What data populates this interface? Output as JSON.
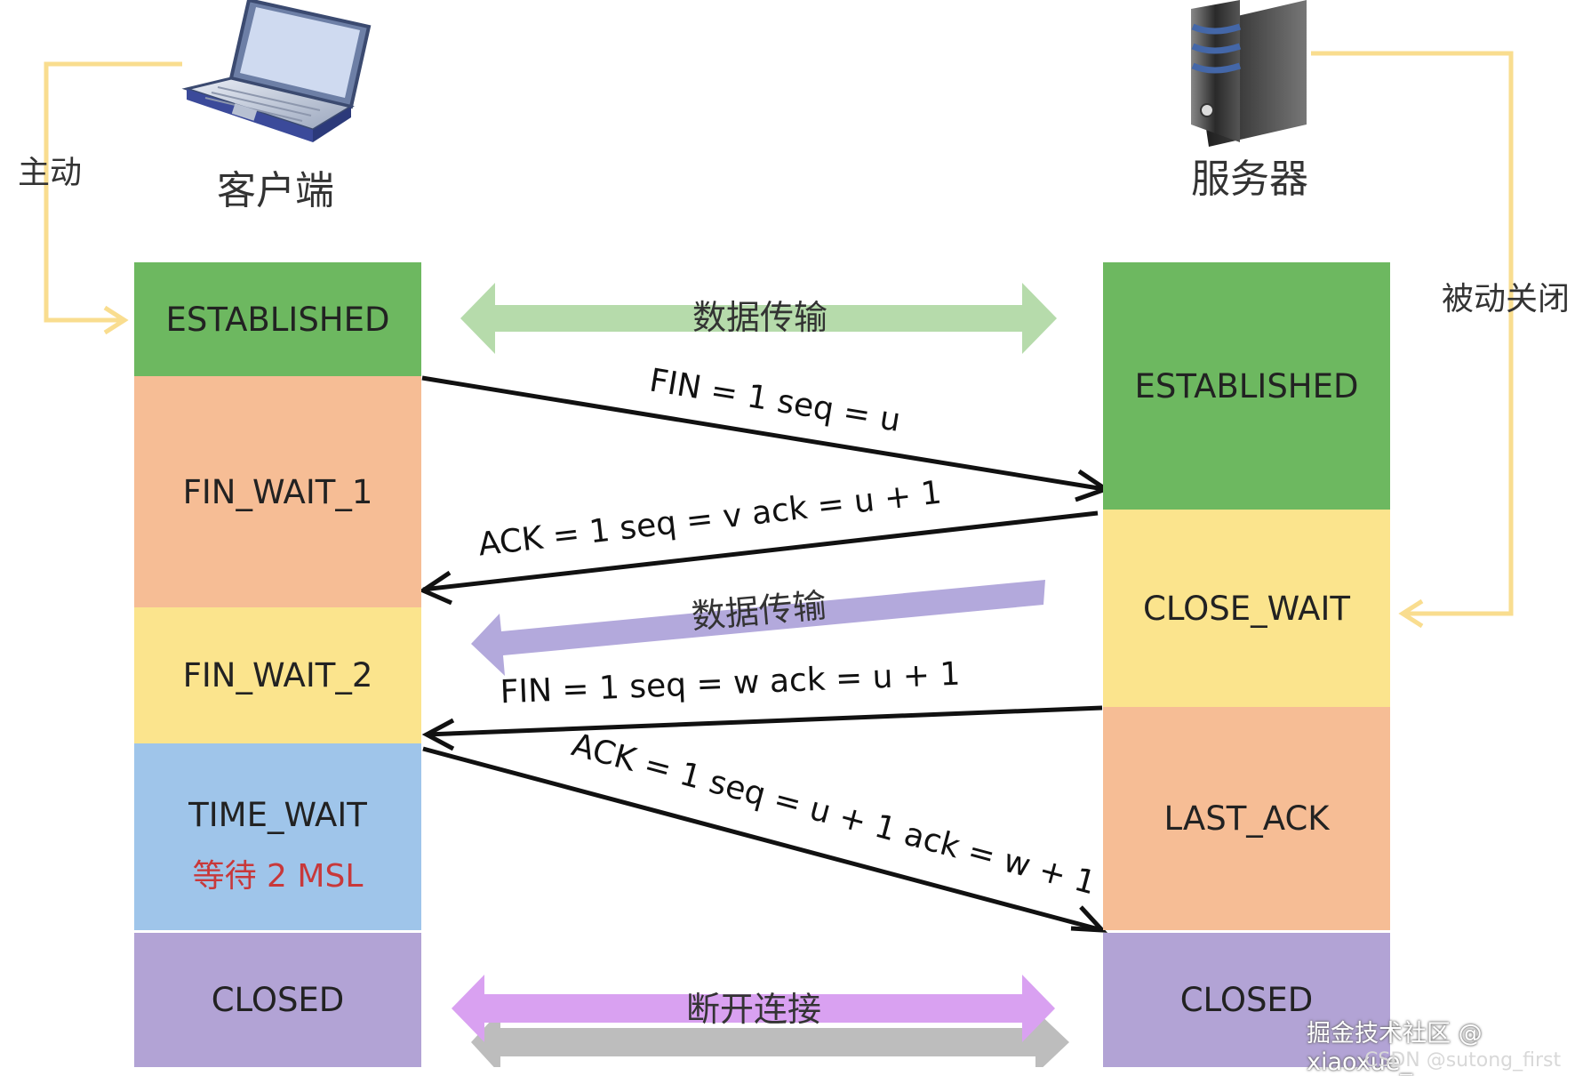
{
  "client": {
    "label": "客户端",
    "initiator_label": "主动",
    "states": [
      {
        "name": "ESTABLISHED",
        "color": "#6db860"
      },
      {
        "name": "FIN_WAIT_1",
        "color": "#f6bd95"
      },
      {
        "name": "FIN_WAIT_2",
        "color": "#fbe48d"
      },
      {
        "name": "TIME_WAIT",
        "note": "等待 2 MSL",
        "color": "#9fc5ea"
      },
      {
        "name": "CLOSED",
        "color": "#b2a3d5"
      }
    ]
  },
  "server": {
    "label": "服务器",
    "passive_label": "被动关闭",
    "states": [
      {
        "name": "ESTABLISHED",
        "color": "#6db860"
      },
      {
        "name": "CLOSE_WAIT",
        "color": "#fbe48d"
      },
      {
        "name": "LAST_ACK",
        "color": "#f6bd95"
      },
      {
        "name": "CLOSED",
        "color": "#b2a3d5"
      }
    ]
  },
  "messages": [
    {
      "label": "FIN = 1 seq = u",
      "direction": "client-to-server"
    },
    {
      "label": "ACK = 1 seq = v ack = u + 1",
      "direction": "server-to-client"
    },
    {
      "label": "FIN = 1 seq = w ack = u + 1",
      "direction": "server-to-client"
    },
    {
      "label": "ACK = 1 seq = u + 1 ack = w + 1",
      "direction": "client-to-server"
    }
  ],
  "bands": [
    {
      "label": "数据传输",
      "style": "bidirectional",
      "color": "#b6dbab"
    },
    {
      "label": "数据传输",
      "style": "server-to-client",
      "color": "#b3a9dc"
    },
    {
      "label": "断开连接",
      "style": "bidirectional",
      "color": "#d9a1f1"
    }
  ],
  "watermark": {
    "line1": "掘金技术社区 @ xiaoxue_",
    "line2": "CSDN @sutong_first"
  },
  "colors": {
    "guide_line": "#f9dd8f",
    "arrow": "#111111"
  }
}
